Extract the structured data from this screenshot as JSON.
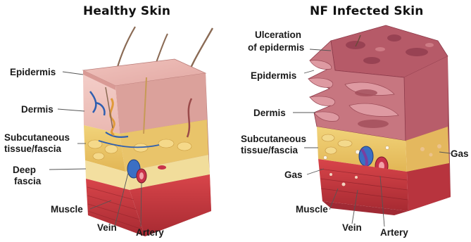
{
  "panels": {
    "healthy": {
      "title": "Healthy Skin",
      "labels": {
        "epidermis": "Epidermis",
        "dermis": "Dermis",
        "subcutaneous_1": "Subcutaneous",
        "subcutaneous_2": "tissue/fascia",
        "deep_fascia_1": "Deep",
        "deep_fascia_2": "fascia",
        "muscle": "Muscle",
        "vein": "Vein",
        "artery": "Artery"
      }
    },
    "infected": {
      "title": "NF Infected Skin",
      "labels": {
        "ulceration_1": "Ulceration",
        "ulceration_2": "of epidermis",
        "epidermis": "Epidermis",
        "dermis": "Dermis",
        "subcutaneous_1": "Subcutaneous",
        "subcutaneous_2": "tissue/fascia",
        "gas_right": "Gas",
        "gas_left": "Gas",
        "muscle": "Muscle",
        "vein": "Vein",
        "artery": "Artery"
      }
    }
  },
  "colors": {
    "epidermis": "#e9a9a6",
    "dermis": "#efc3bf",
    "fat": "#ecc968",
    "fascia": "#f3dfa0",
    "muscle": "#c9393f",
    "vein": "#3b6fc4",
    "artery": "#c8324a",
    "ulcer": "#a84b5c",
    "hair": "#8a6a54"
  },
  "icons": {
    "healthy_block": "skin-cross-section-illustration",
    "infected_block": "necrotic-skin-cross-section-illustration"
  }
}
